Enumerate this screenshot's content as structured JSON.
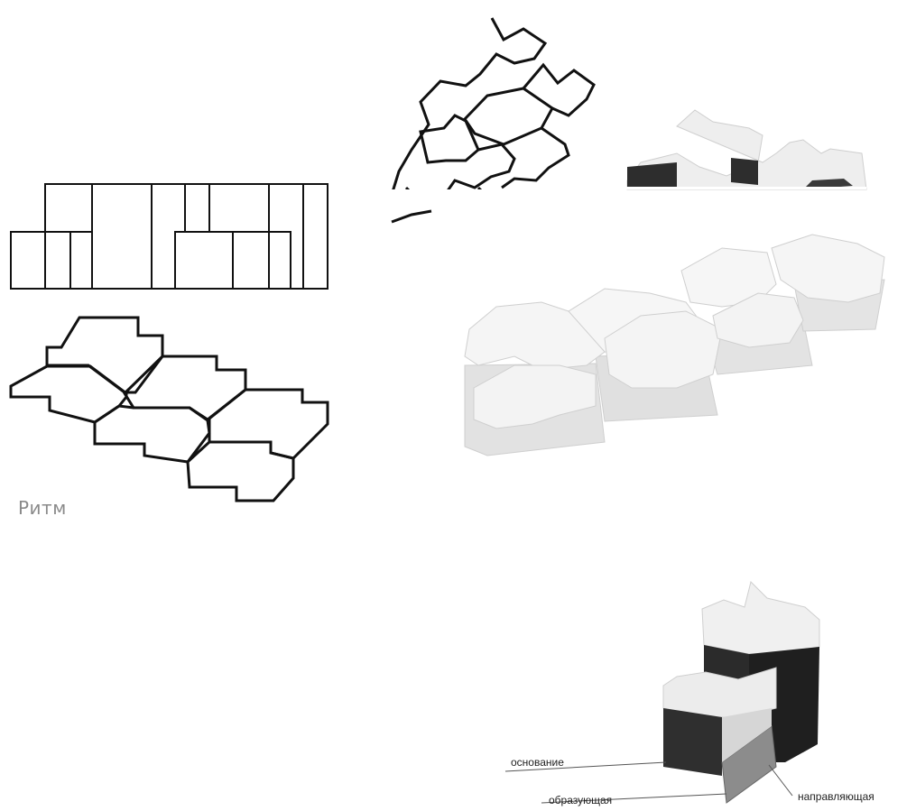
{
  "caption": "Ритм",
  "labels": {
    "base": "основание",
    "generatrix": "образующая",
    "directrix": "направляющая"
  },
  "colors": {
    "line": "#111111",
    "face_top": "#f2f2f2",
    "face_side": "#dcdcdc",
    "face_dark": "#2d2d2d",
    "face_mid": "#8c8c8c",
    "caption": "#8a8a8a"
  }
}
